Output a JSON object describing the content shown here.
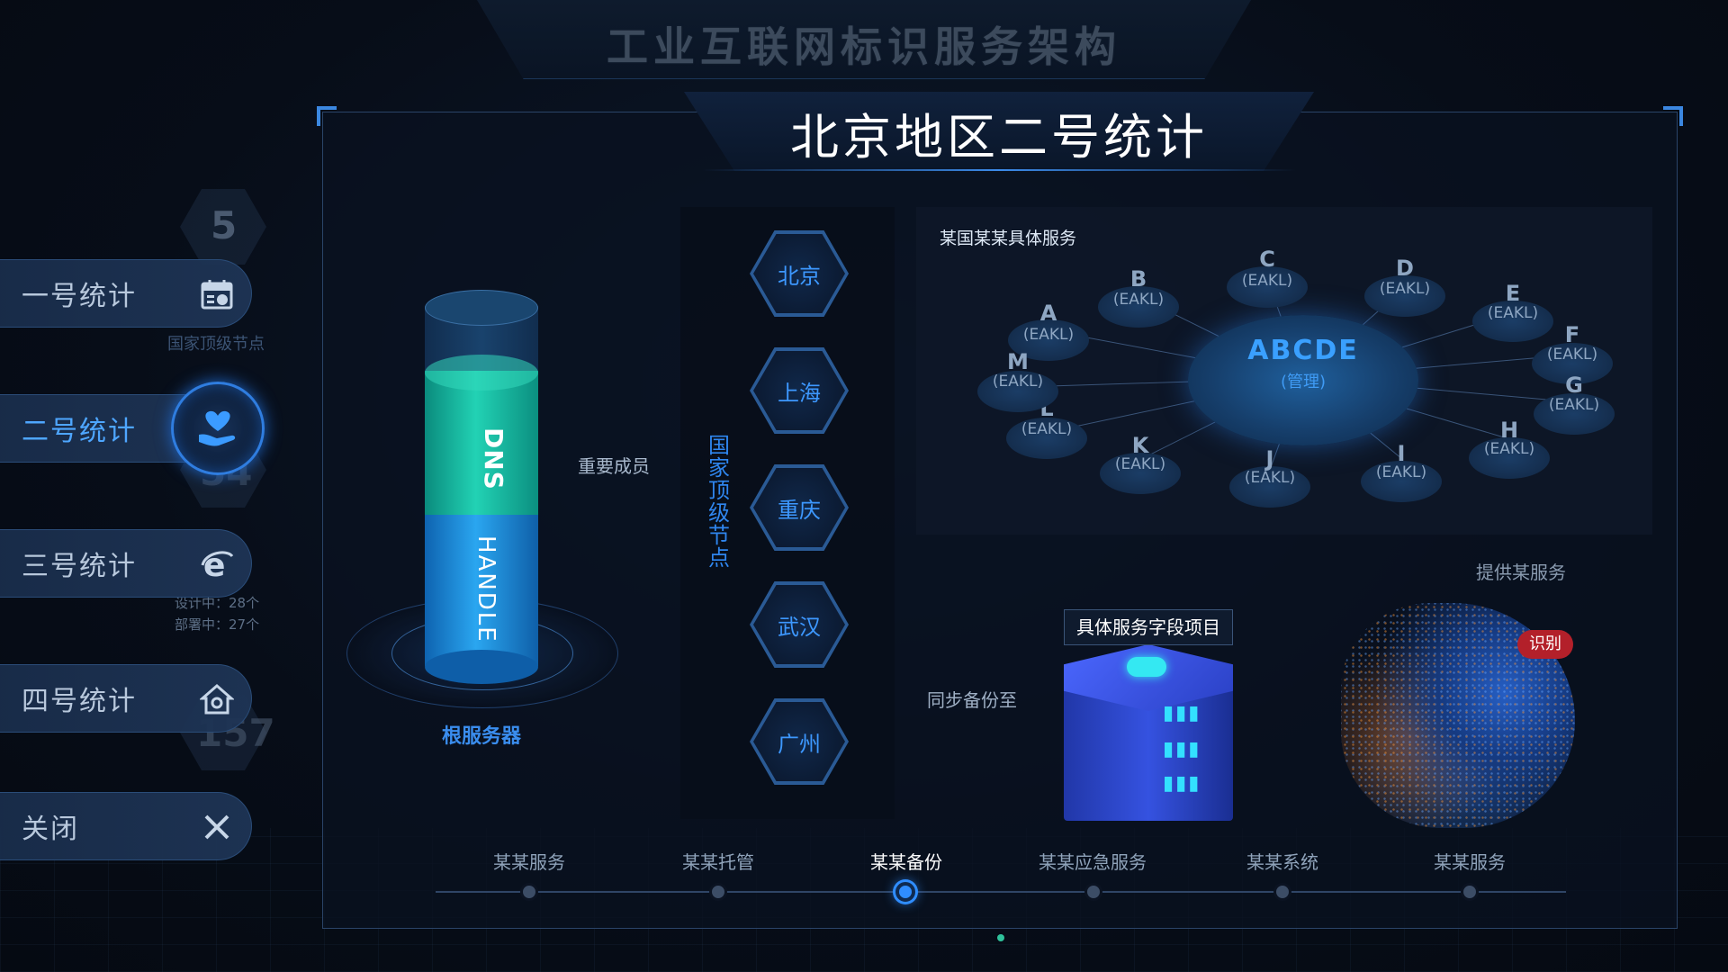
{
  "header": {
    "title": "工业互联网标识服务架构"
  },
  "panel": {
    "title": "北京地区二号统计"
  },
  "sidebar": {
    "items": [
      {
        "label": "一号统计",
        "icon": "calendar-icon",
        "active": false
      },
      {
        "label": "二号统计",
        "icon": "hand-heart-icon",
        "active": true
      },
      {
        "label": "三号统计",
        "icon": "browser-e-icon",
        "active": false
      },
      {
        "label": "四号统计",
        "icon": "home-icon",
        "active": false
      },
      {
        "label": "关闭",
        "icon": "close-icon",
        "active": false
      }
    ],
    "background": {
      "num_top": "5",
      "node_label": "国家顶级节点",
      "num_mid": "54",
      "num_bottom": "157",
      "in_design": "设计中：28个",
      "deployed": "部署中：27个"
    }
  },
  "cylinder": {
    "green_text": "DNS",
    "blue_text": "HANDLE",
    "caption": "根服务器",
    "member_label": "重要成员"
  },
  "nodes": {
    "vertical_label": "国家顶级节点",
    "cities": [
      "北京",
      "上海",
      "重庆",
      "武汉",
      "广州"
    ]
  },
  "service": {
    "title": "某国某某具体服务",
    "center": {
      "label": "ABCDE",
      "sub": "(管理)"
    },
    "satellites": [
      {
        "letter": "A",
        "sub": "(EAKL)"
      },
      {
        "letter": "B",
        "sub": "(EAKL)"
      },
      {
        "letter": "C",
        "sub": "(EAKL)"
      },
      {
        "letter": "D",
        "sub": "(EAKL)"
      },
      {
        "letter": "E",
        "sub": "(EAKL)"
      },
      {
        "letter": "F",
        "sub": "(EAKL)"
      },
      {
        "letter": "G",
        "sub": "(EAKL)"
      },
      {
        "letter": "H",
        "sub": "(EAKL)"
      },
      {
        "letter": "I",
        "sub": "(EAKL)"
      },
      {
        "letter": "J",
        "sub": "(EAKL)"
      },
      {
        "letter": "K",
        "sub": "(EAKL)"
      },
      {
        "letter": "L",
        "sub": "(EAKL)"
      },
      {
        "letter": "M",
        "sub": "(EAKL)"
      }
    ]
  },
  "lower": {
    "provide_label": "提供某服务",
    "sync_label": "同步备份至",
    "server_tag": "具体服务字段项目",
    "identify_badge": "识别",
    "server_bars": "▮▮▮"
  },
  "timeline": {
    "steps": [
      {
        "label": "某某服务",
        "active": false
      },
      {
        "label": "某某托管",
        "active": false
      },
      {
        "label": "某某备份",
        "active": true
      },
      {
        "label": "某某应急服务",
        "active": false
      },
      {
        "label": "某某系统",
        "active": false
      },
      {
        "label": "某某服务",
        "active": false
      }
    ]
  },
  "colors": {
    "accent": "#2f8dff",
    "active_text": "#4ea6ff",
    "identify_red": "#b3202a",
    "node_teal": "#22d2b4"
  }
}
